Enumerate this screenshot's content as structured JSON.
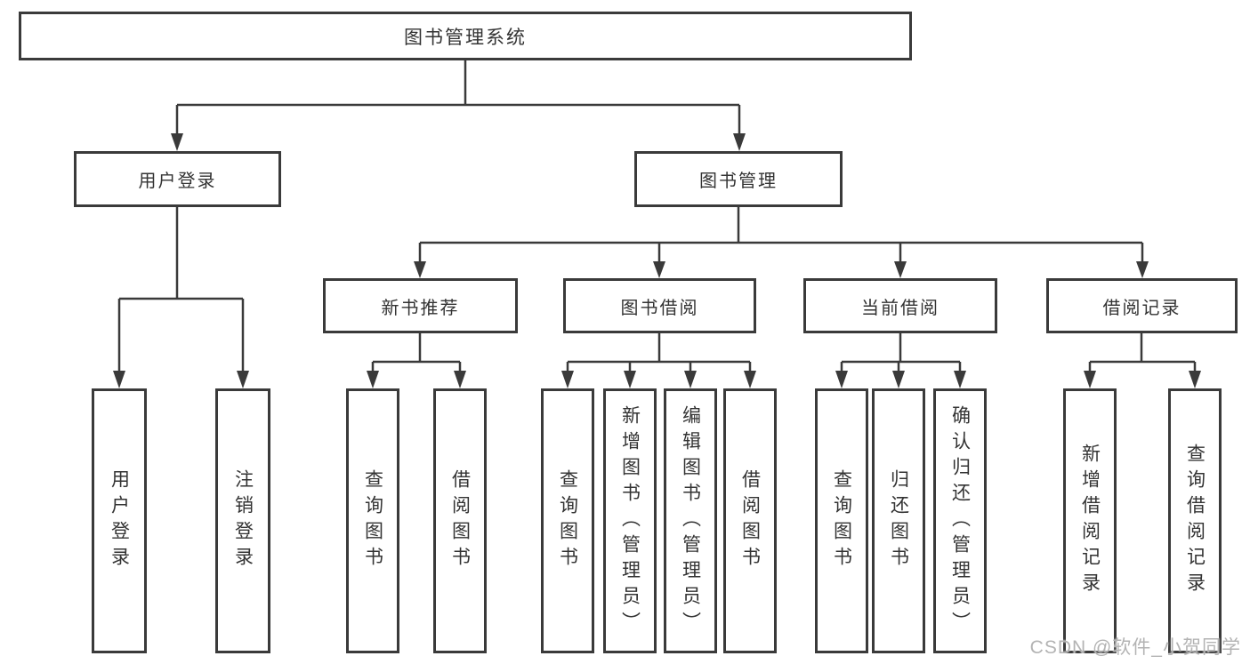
{
  "diagram": {
    "root": {
      "label": "图书管理系统"
    },
    "branches": [
      {
        "label": "用户登录",
        "children": [
          "用户登录",
          "注销登录"
        ]
      },
      {
        "label": "图书管理",
        "children": [
          {
            "label": "新书推荐",
            "children": [
              "查询图书",
              "借阅图书"
            ]
          },
          {
            "label": "图书借阅",
            "children": [
              "查询图书",
              "新增图书（管理员）",
              "编辑图书（管理员）",
              "借阅图书"
            ]
          },
          {
            "label": "当前借阅",
            "children": [
              "查询图书",
              "归还图书",
              "确认归还（管理员）"
            ]
          },
          {
            "label": "借阅记录",
            "children": [
              "新增借阅记录",
              "查询借阅记录"
            ]
          }
        ]
      }
    ]
  },
  "watermark": "CSDN @软件_小贺同学",
  "colors": {
    "line": "#3a3a3a",
    "text": "#333333",
    "watermark": "#b3b3b3",
    "background": "#ffffff"
  }
}
